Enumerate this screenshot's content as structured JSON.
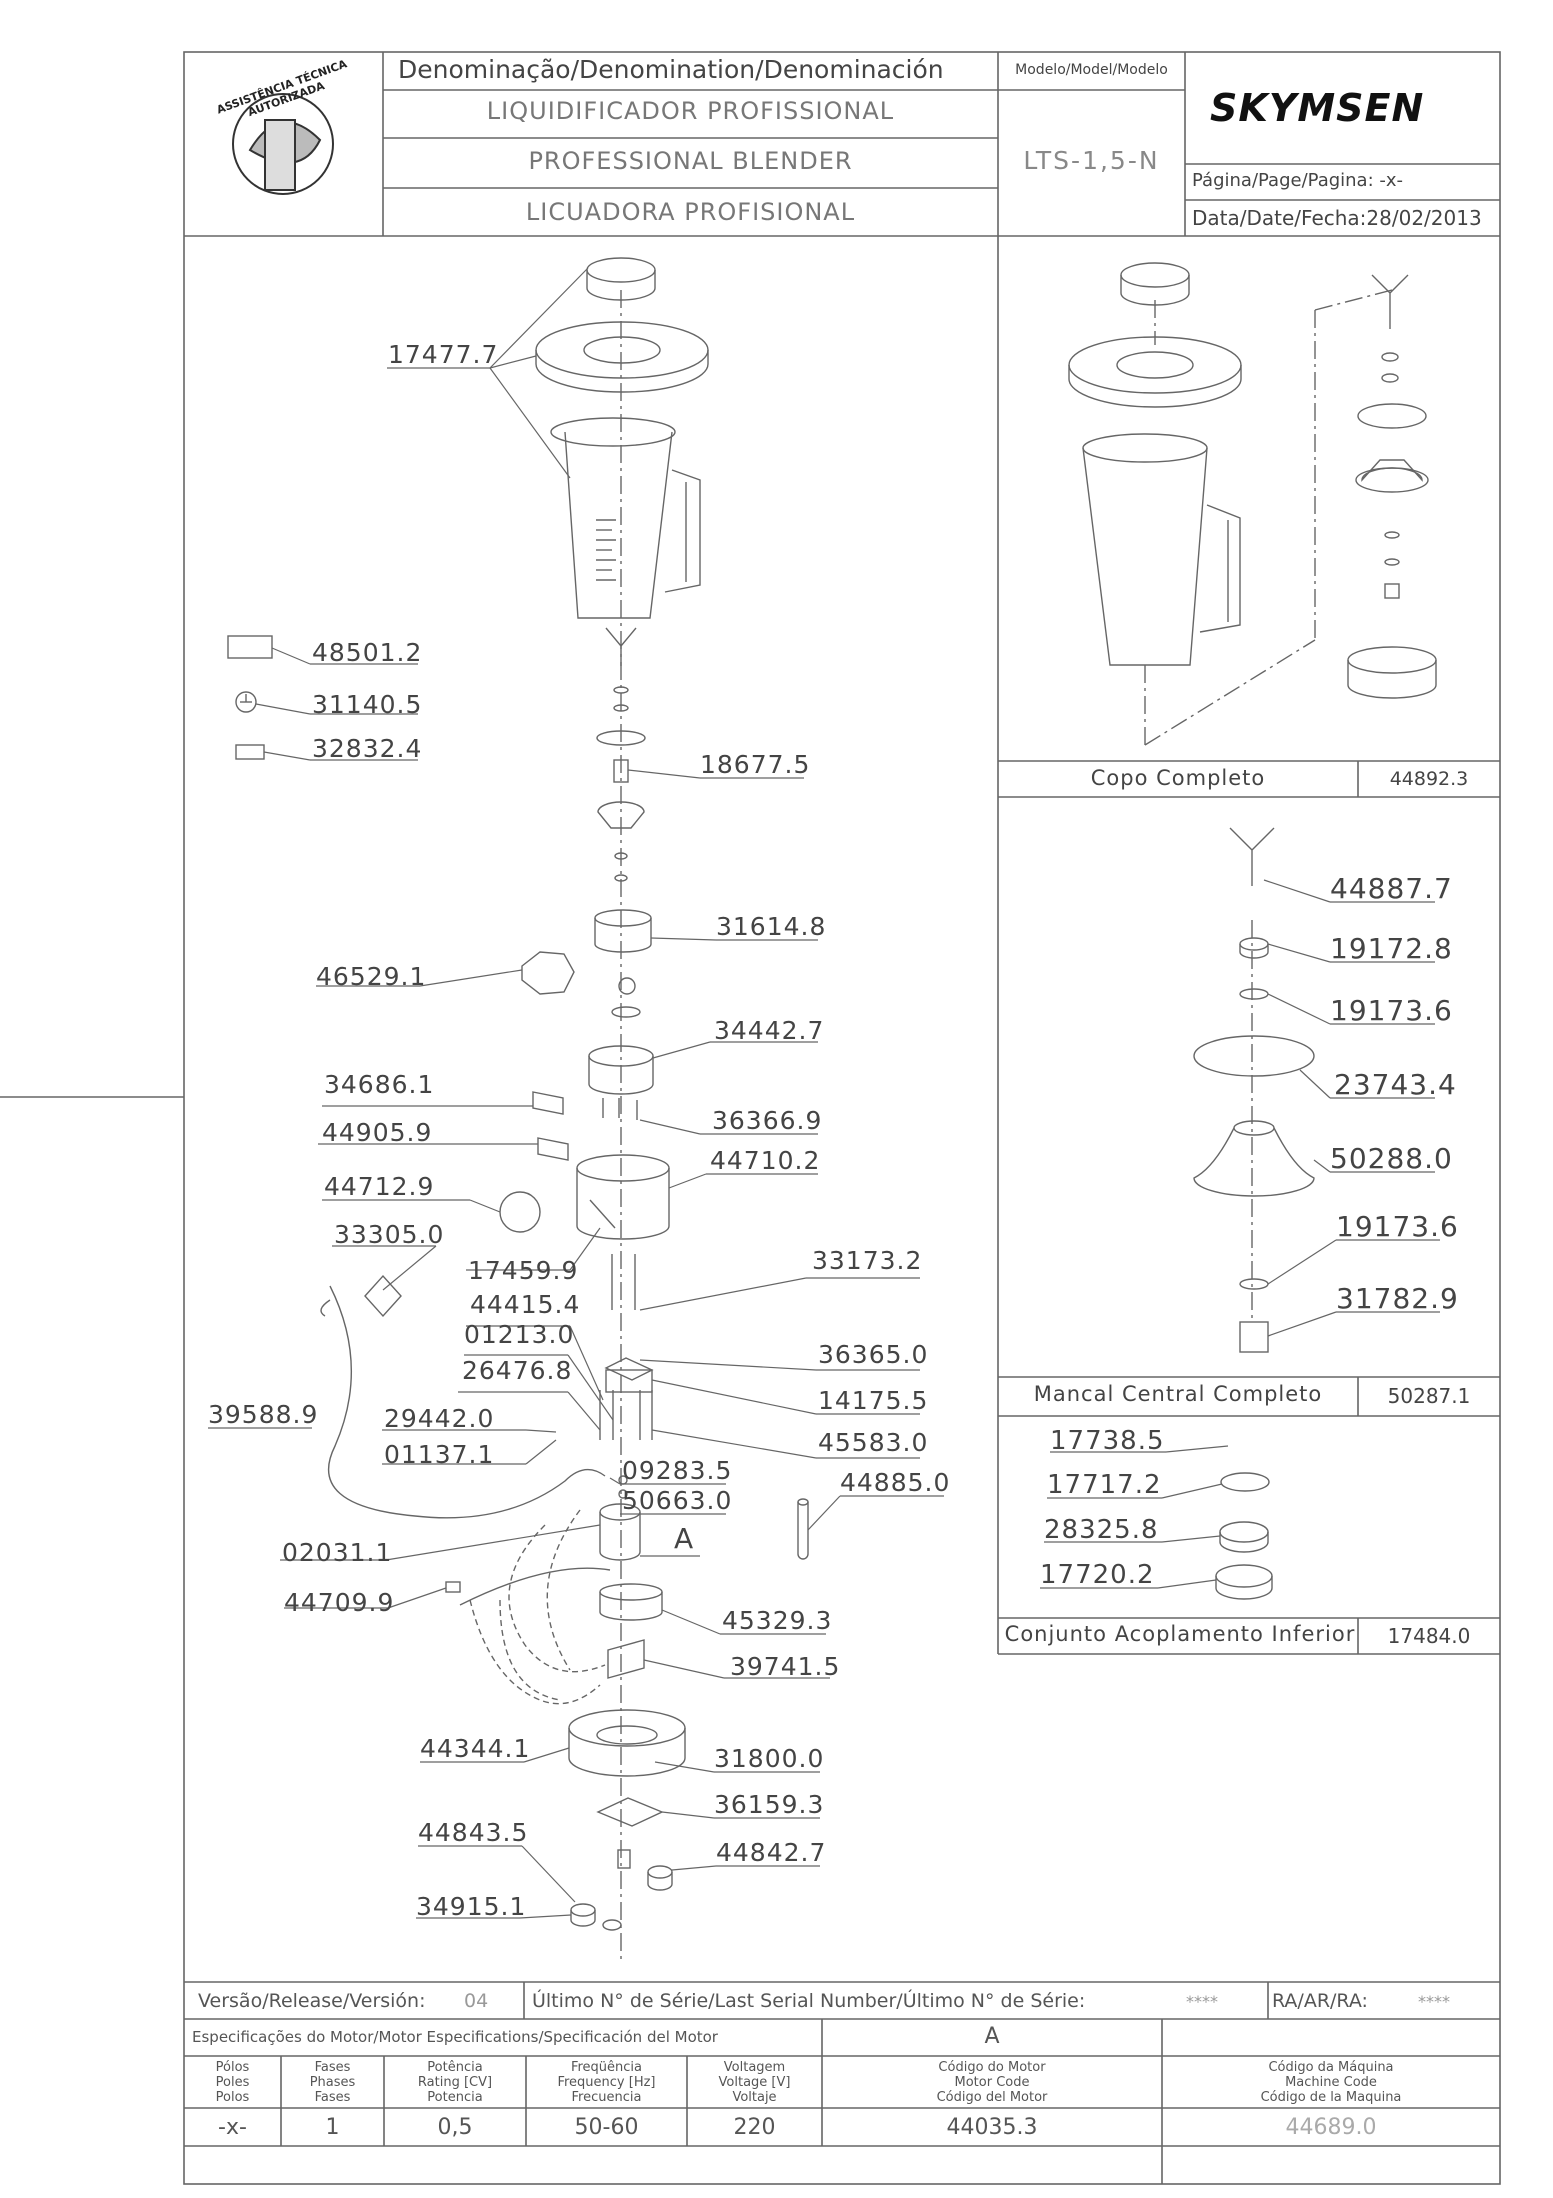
{
  "header": {
    "denomination_title": "Denominação/Denomination/Denominación",
    "name_pt": "LIQUIDIFICADOR PROFISSIONAL",
    "name_en": "PROFESSIONAL BLENDER",
    "name_es": "LICUADORA PROFISIONAL",
    "model_title": "Modelo/Model/Modelo",
    "model_value": "LTS-1,5-N",
    "brand": "SKYMSEN",
    "page_label": "Página/Page/Pagina: -x-",
    "date_label": "Data/Date/Fecha:28/02/2013",
    "logo_text": "ASSISTÊNCIA TÉCNICA AUTORIZADA"
  },
  "main_labels": [
    "17477.7",
    "48501.2",
    "31140.5",
    "32832.4",
    "18677.5",
    "31614.8",
    "46529.1",
    "34442.7",
    "34686.1",
    "36366.9",
    "44905.9",
    "44710.2",
    "44712.9",
    "33305.0",
    "17459.9",
    "33173.2",
    "44415.4",
    "01213.0",
    "36365.0",
    "26476.8",
    "14175.5",
    "39588.9",
    "29442.0",
    "45583.0",
    "01137.1",
    "09283.5",
    "44885.0",
    "50663.0",
    "A",
    "02031.1",
    "44709.9",
    "45329.3",
    "39741.5",
    "44344.1",
    "31800.0",
    "36159.3",
    "44843.5",
    "44842.7",
    "34915.1"
  ],
  "assemblies": {
    "copo": {
      "name": "Copo Completo",
      "code": "44892.3"
    },
    "mancal": {
      "name": "Mancal Central Completo",
      "code": "50287.1",
      "labels": [
        "44887.7",
        "19172.8",
        "19173.6",
        "23743.4",
        "50288.0",
        "19173.6",
        "31782.9"
      ]
    },
    "acoplamento": {
      "name": "Conjunto Acoplamento Inferior",
      "code": "17484.0",
      "labels": [
        "17738.5",
        "17717.2",
        "28325.8",
        "17720.2"
      ]
    }
  },
  "footer": {
    "version_label": "Versão/Release/Versión:",
    "version_value": "04",
    "serial_label": "Último N° de Série/Last Serial Number/Último N° de Série:",
    "serial_value": "****",
    "ra_label": "RA/AR/RA:",
    "ra_value": "****",
    "motor_spec_label": "Especificações do Motor/Motor Especifications/Specificación del Motor",
    "motor_spec_letter": "A",
    "headers": {
      "poles": [
        "Pólos",
        "Poles",
        "Polos"
      ],
      "phases": [
        "Fases",
        "Phases",
        "Fases"
      ],
      "power": [
        "Potência",
        "Rating [CV]",
        "Potencia"
      ],
      "frequency": [
        "Freqüência",
        "Frequency [Hz]",
        "Frecuencia"
      ],
      "voltage": [
        "Voltagem",
        "Voltage [V]",
        "Voltaje"
      ],
      "motor_code": [
        "Código do Motor",
        "Motor Code",
        "Código del Motor"
      ],
      "machine_code": [
        "Código da Máquina",
        "Machine Code",
        "Código de la Maquina"
      ]
    },
    "values": {
      "poles": "-x-",
      "phases": "1",
      "power": "0,5",
      "frequency": "50-60",
      "voltage": "220",
      "motor_code": "44035.3",
      "machine_code": "44689.0"
    }
  }
}
